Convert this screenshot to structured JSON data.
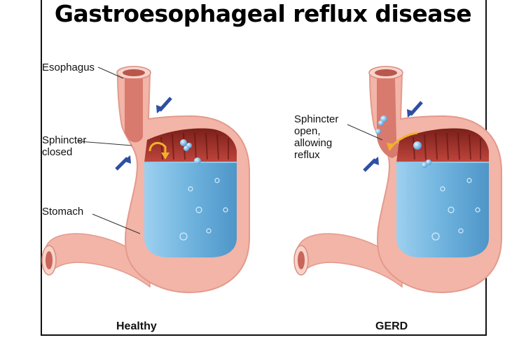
{
  "title": "Gastroesophageal reflux disease",
  "healthy": {
    "caption": "Healthy",
    "labels": {
      "esophagus": "Esophagus",
      "sphincter": "Sphincter\nclosed",
      "stomach": "Stomach"
    }
  },
  "gerd": {
    "caption": "GERD",
    "labels": {
      "sphincter": "Sphincter\nopen,\nallowing\nreflux"
    }
  },
  "colors": {
    "tissue": "#f2b5a8",
    "tissue_light": "#f8d3ca",
    "lumen": "#d97a6e",
    "acid": "#6fb3de",
    "arrow_blue": "#2f4fa3",
    "arrow_yellow": "#f2b12a"
  }
}
